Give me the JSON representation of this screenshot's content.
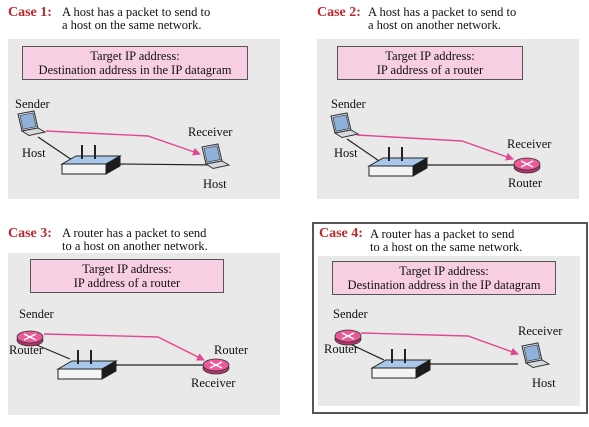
{
  "colors": {
    "case_title": "#c0272d",
    "panel": "#e9e9ea",
    "target_box": "#f8cfe2",
    "arrow": "#e0488f",
    "router": "#e9508f"
  },
  "cases": [
    {
      "title": "Case 1:",
      "desc_line1": "A host has a packet to send to",
      "desc_line2": "a host on the same network.",
      "target_line1": "Target IP address:",
      "target_line2": "Destination address in the IP datagram",
      "sender_label": "Sender",
      "sender_type": "Host",
      "receiver_label": "Receiver",
      "receiver_type": "Host"
    },
    {
      "title": "Case 2:",
      "desc_line1": "A host has a packet to send to",
      "desc_line2": "a host on another network.",
      "target_line1": "Target IP address:",
      "target_line2": "IP address of a router",
      "sender_label": "Sender",
      "sender_type": "Host",
      "receiver_label": "Receiver",
      "receiver_type": "Router"
    },
    {
      "title": "Case 3:",
      "desc_line1": "A router has a packet to send",
      "desc_line2": "to a host on another network.",
      "target_line1": "Target IP address:",
      "target_line2": "IP address of a router",
      "sender_label": "Sender",
      "sender_type": "Router",
      "receiver_label": "Receiver",
      "receiver_type": "Router"
    },
    {
      "title": "Case 4:",
      "desc_line1": "A router has a packet to send",
      "desc_line2": "to a host on the same network.",
      "target_line1": "Target IP address:",
      "target_line2": "Destination address in the IP datagram",
      "sender_label": "Sender",
      "sender_type": "Router",
      "receiver_label": "Receiver",
      "receiver_type": "Host"
    }
  ]
}
